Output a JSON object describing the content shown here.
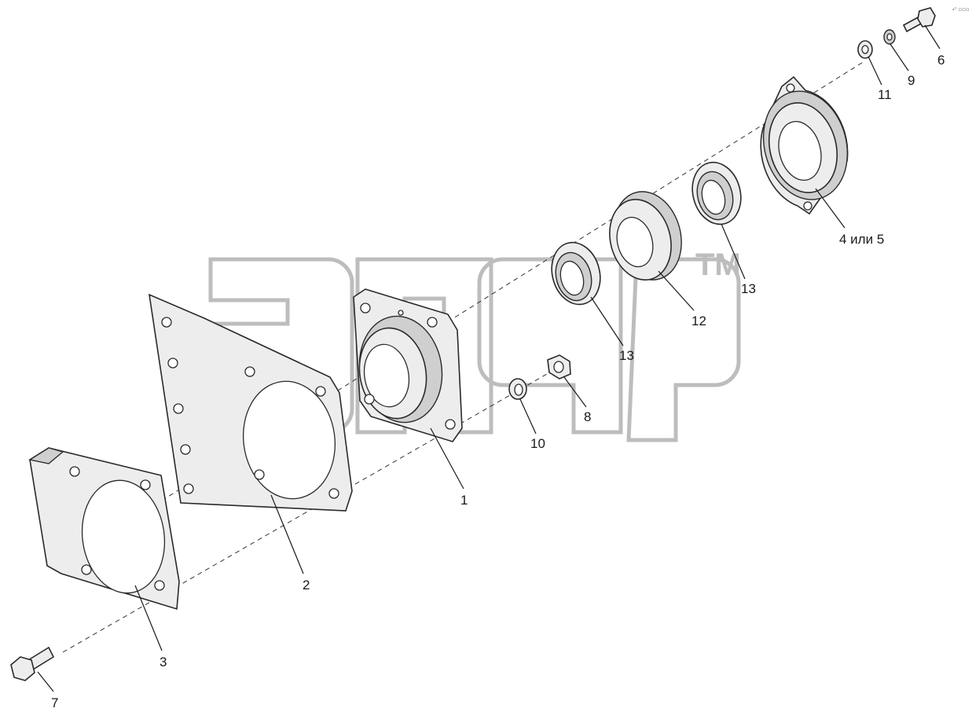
{
  "diagram": {
    "watermark": {
      "logo_text": "элар",
      "mark": "TM"
    },
    "corner_mark": "⬩⁰ ▫▫▫",
    "labels": [
      {
        "id": "1",
        "text": "1"
      },
      {
        "id": "2",
        "text": "2"
      },
      {
        "id": "3",
        "text": "3"
      },
      {
        "id": "4",
        "text": "4 или 5"
      },
      {
        "id": "6",
        "text": "6"
      },
      {
        "id": "7",
        "text": "7"
      },
      {
        "id": "8",
        "text": "8"
      },
      {
        "id": "9",
        "text": "9"
      },
      {
        "id": "10",
        "text": "10"
      },
      {
        "id": "11",
        "text": "11"
      },
      {
        "id": "12",
        "text": "12"
      },
      {
        "id": "13a",
        "text": "13"
      },
      {
        "id": "13b",
        "text": "13"
      }
    ]
  }
}
